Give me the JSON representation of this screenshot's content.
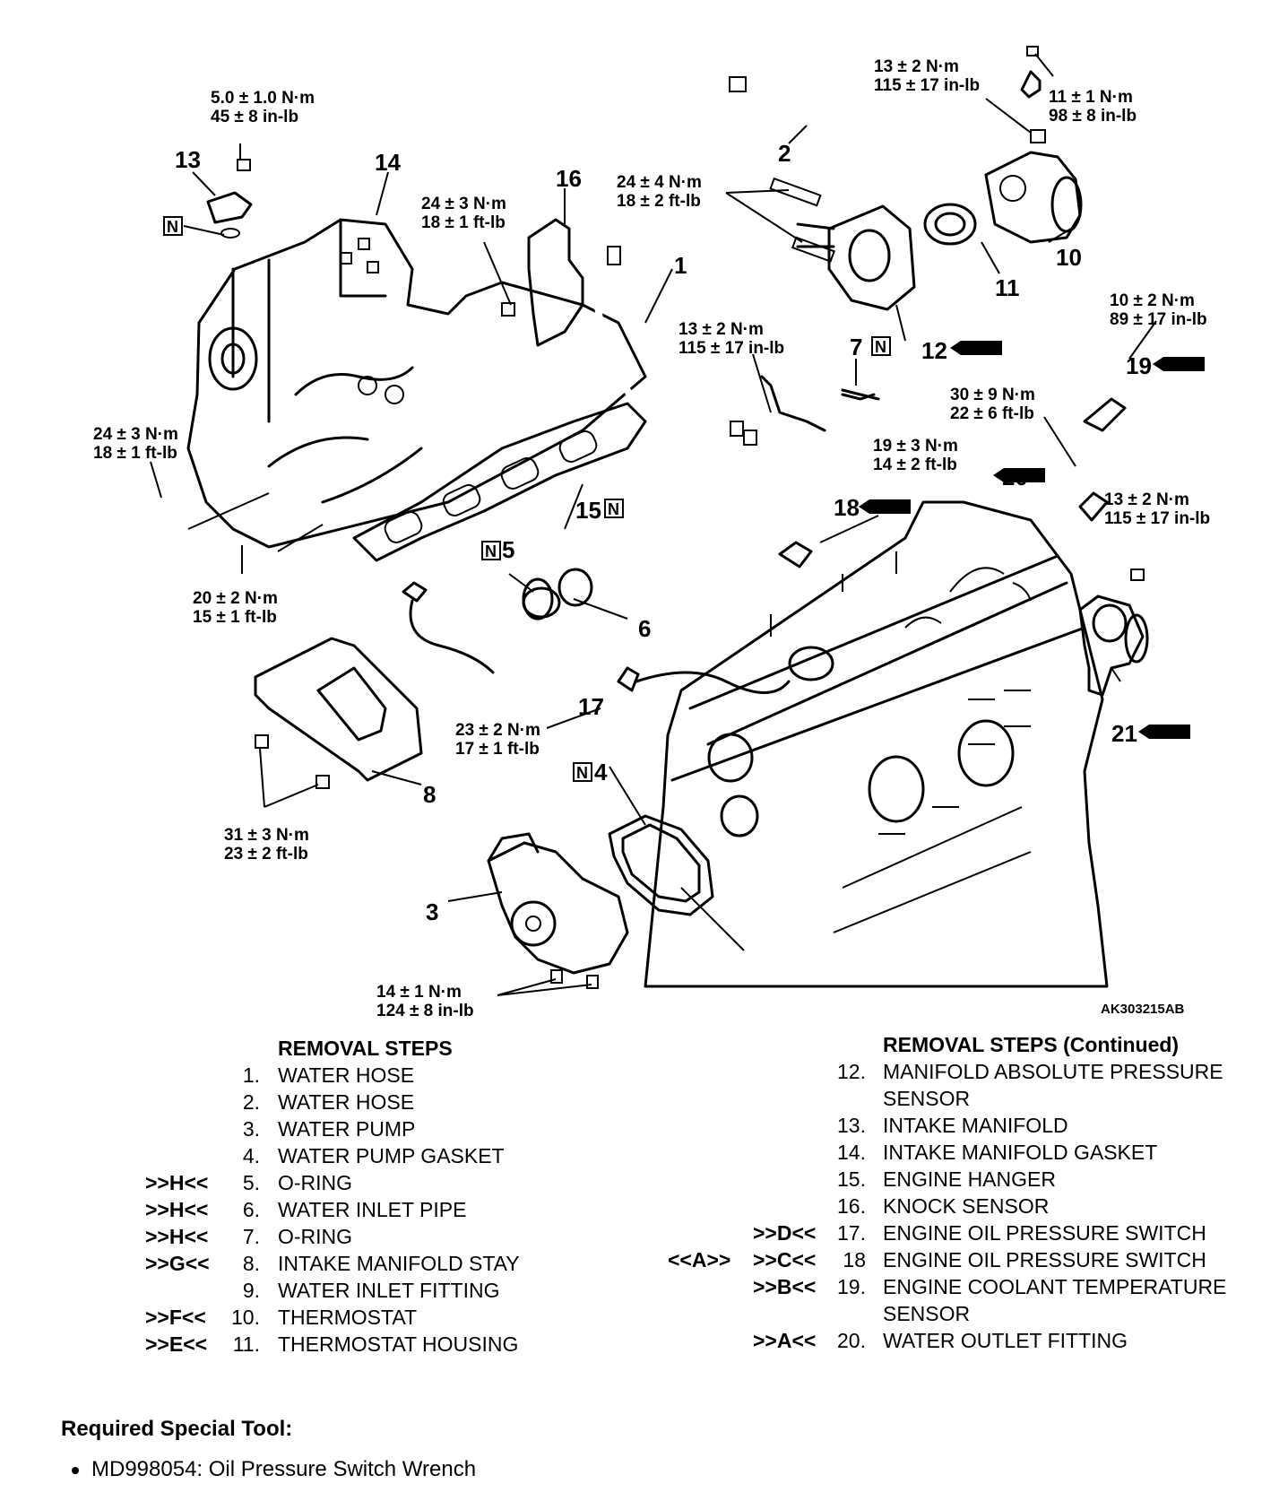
{
  "diagram": {
    "code": "AK303215AB",
    "new_part_mark": "N",
    "callouts": {
      "c1": "1",
      "c2": "2",
      "c3": "3",
      "c4": "4",
      "c5": "5",
      "c6": "6",
      "c7": "7",
      "c8": "8",
      "c10": "10",
      "c11": "11",
      "c12": "12",
      "c13": "13",
      "c14": "14",
      "c15": "15",
      "c16": "16",
      "c17": "17",
      "c18": "18",
      "c19": "19",
      "c20": "20",
      "c21": "21"
    },
    "torques": {
      "t_map_nm": "5.0 ± 1.0 N·m",
      "t_map_in": "45 ± 8 in-lb",
      "t_tstat_nm": "13 ± 2 N·m",
      "t_tstat_in": "115 ± 17 in-lb",
      "t_top_nm": "11 ± 1 N·m",
      "t_top_in": "98 ± 8 in-lb",
      "t_hanger_nm": "24 ± 3 N·m",
      "t_hanger_ft": "18 ± 1 ft-lb",
      "t_housing_nm": "24 ± 4 N·m",
      "t_housing_ft": "18 ± 2 ft-lb",
      "t_ecs_nm": "10 ± 2 N·m",
      "t_ecs_in": "89 ± 17 in-lb",
      "t_pipe_nm": "13 ± 2 N·m",
      "t_pipe_in": "115 ± 17 in-lb",
      "t_oil20_nm": "30 ± 9 N·m",
      "t_oil20_ft": "22 ± 6 ft-lb",
      "t_man_nm": "24 ± 3 N·m",
      "t_man_ft": "18 ± 1 ft-lb",
      "t_ks_nm": "19 ± 3 N·m",
      "t_ks_ft": "14 ± 2 ft-lb",
      "t_outlet_nm": "13 ± 2 N·m",
      "t_outlet_in": "115 ± 17 in-lb",
      "t_nut_nm": "20 ± 2 N·m",
      "t_nut_ft": "15 ± 1 ft-lb",
      "t_sw_nm": "23 ± 2 N·m",
      "t_sw_ft": "17 ± 1 ft-lb",
      "t_stay_nm": "31 ± 3 N·m",
      "t_stay_ft": "23 ± 2 ft-lb",
      "t_pump_nm": "14 ± 1 N·m",
      "t_pump_in": "124 ± 8 in-lb"
    }
  },
  "removal_steps": {
    "title": "REMOVAL STEPS",
    "items": [
      {
        "mark": "",
        "num": "1.",
        "text": "WATER HOSE"
      },
      {
        "mark": "",
        "num": "2.",
        "text": "WATER HOSE"
      },
      {
        "mark": "",
        "num": "3.",
        "text": "WATER PUMP"
      },
      {
        "mark": "",
        "num": "4.",
        "text": "WATER PUMP GASKET"
      },
      {
        "mark": ">>H<<",
        "num": "5.",
        "text": "O-RING"
      },
      {
        "mark": ">>H<<",
        "num": "6.",
        "text": "WATER INLET PIPE"
      },
      {
        "mark": ">>H<<",
        "num": "7.",
        "text": "O-RING"
      },
      {
        "mark": ">>G<<",
        "num": "8.",
        "text": "INTAKE MANIFOLD STAY"
      },
      {
        "mark": "",
        "num": "9.",
        "text": "WATER INLET FITTING"
      },
      {
        "mark": ">>F<<",
        "num": "10.",
        "text": "THERMOSTAT"
      },
      {
        "mark": ">>E<<",
        "num": "11.",
        "text": "THERMOSTAT HOUSING"
      }
    ]
  },
  "removal_steps_continued": {
    "title": "REMOVAL STEPS (Continued)",
    "items": [
      {
        "mark": "",
        "mark2": "",
        "num": "12.",
        "text": "MANIFOLD ABSOLUTE PRESSURE"
      },
      {
        "mark": "",
        "mark2": "",
        "num": "",
        "text": "SENSOR"
      },
      {
        "mark": "",
        "mark2": "",
        "num": "13.",
        "text": "INTAKE MANIFOLD"
      },
      {
        "mark": "",
        "mark2": "",
        "num": "14.",
        "text": "INTAKE MANIFOLD GASKET"
      },
      {
        "mark": "",
        "mark2": "",
        "num": "15.",
        "text": "ENGINE HANGER"
      },
      {
        "mark": "",
        "mark2": "",
        "num": "16.",
        "text": "KNOCK SENSOR"
      },
      {
        "mark": "",
        "mark2": ">>D<<",
        "num": "17.",
        "text": "ENGINE OIL PRESSURE SWITCH"
      },
      {
        "mark": "<<A>>",
        "mark2": ">>C<<",
        "num": "18",
        "text": "ENGINE OIL PRESSURE SWITCH"
      },
      {
        "mark": "",
        "mark2": ">>B<<",
        "num": "19.",
        "text": "ENGINE COOLANT TEMPERATURE"
      },
      {
        "mark": "",
        "mark2": "",
        "num": "",
        "text": "SENSOR"
      },
      {
        "mark": "",
        "mark2": ">>A<<",
        "num": "20.",
        "text": "WATER OUTLET FITTING"
      }
    ]
  },
  "special_tool": {
    "title": "Required Special Tool:",
    "item": "MD998054: Oil Pressure Switch Wrench"
  }
}
